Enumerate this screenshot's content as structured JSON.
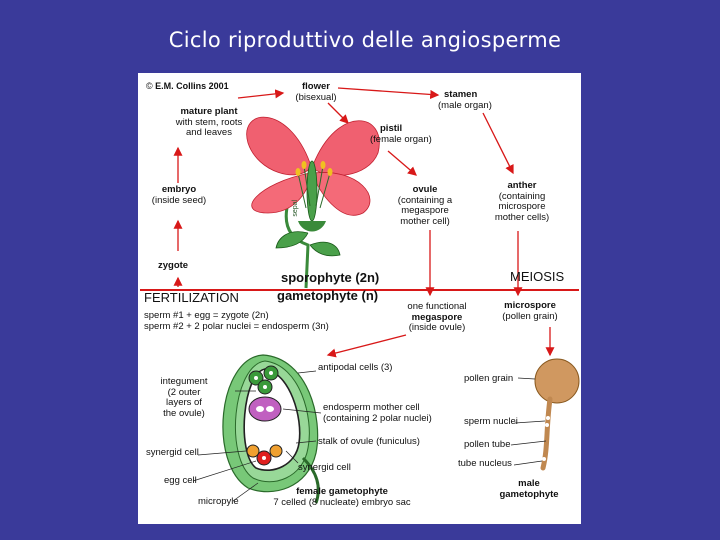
{
  "slide": {
    "title": "Ciclo riproduttivo delle angiosperme"
  },
  "diagram": {
    "copyright": "E.M. Collins 2001",
    "flower": {
      "title": "flower",
      "sub": "(bisexual)"
    },
    "stamen": {
      "title": "stamen",
      "sub": "(male organ)"
    },
    "mature_plant": {
      "title": "mature plant",
      "sub1": "with stem, roots",
      "sub2": "and leaves"
    },
    "pistil": {
      "title": "pistil",
      "sub": "(female organ)"
    },
    "sepal_label": "sepal",
    "embryo": {
      "title": "embryo",
      "sub": "(inside seed)"
    },
    "ovule": {
      "title": "ovule",
      "sub1": "(containing a",
      "sub2": "megaspore",
      "sub3": "mother cell)"
    },
    "anther": {
      "title": "anther",
      "sub1": "(containing",
      "sub2": "microspore",
      "sub3": "mother cells)"
    },
    "zygote": "zygote",
    "sporophyte": "sporophyte (2n)",
    "meiosis": "MEIOSIS",
    "fertilization": "FERTILIZATION",
    "gametophyte": "gametophyte (n)",
    "sperm_line1": "sperm #1 + egg = zygote (2n)",
    "sperm_line2": "sperm #2 + 2 polar nuclei = endosperm (3n)",
    "megaspore": {
      "line1": "one functional",
      "title": "megaspore",
      "sub": "(inside ovule)"
    },
    "microspore": {
      "title": "microspore",
      "sub": "(pollen grain)"
    },
    "antipodal": "antipodal cells (3)",
    "integument": {
      "l1": "integument",
      "l2": "(2 outer",
      "l3": "layers of",
      "l4": "the ovule)"
    },
    "pollen_grain": "pollen grain",
    "endosperm": {
      "l1": "endosperm mother cell",
      "l2": "(containing 2 polar nuclei)"
    },
    "sperm_nuclei": "sperm nuclei",
    "stalk": "stalk of ovule (funiculus)",
    "pollen_tube": "pollen tube",
    "synergid_left": "synergid cell",
    "tube_nucleus": "tube nucleus",
    "synergid_right": "synergid cell",
    "egg_cell": "egg cell",
    "micropyle": "micropyle",
    "female_gametophyte": {
      "title": "female gametophyte",
      "sub": "7 celled (8 nucleate) embryo sac"
    },
    "male_gametophyte": {
      "l1": "male",
      "l2": "gametophyte"
    }
  }
}
